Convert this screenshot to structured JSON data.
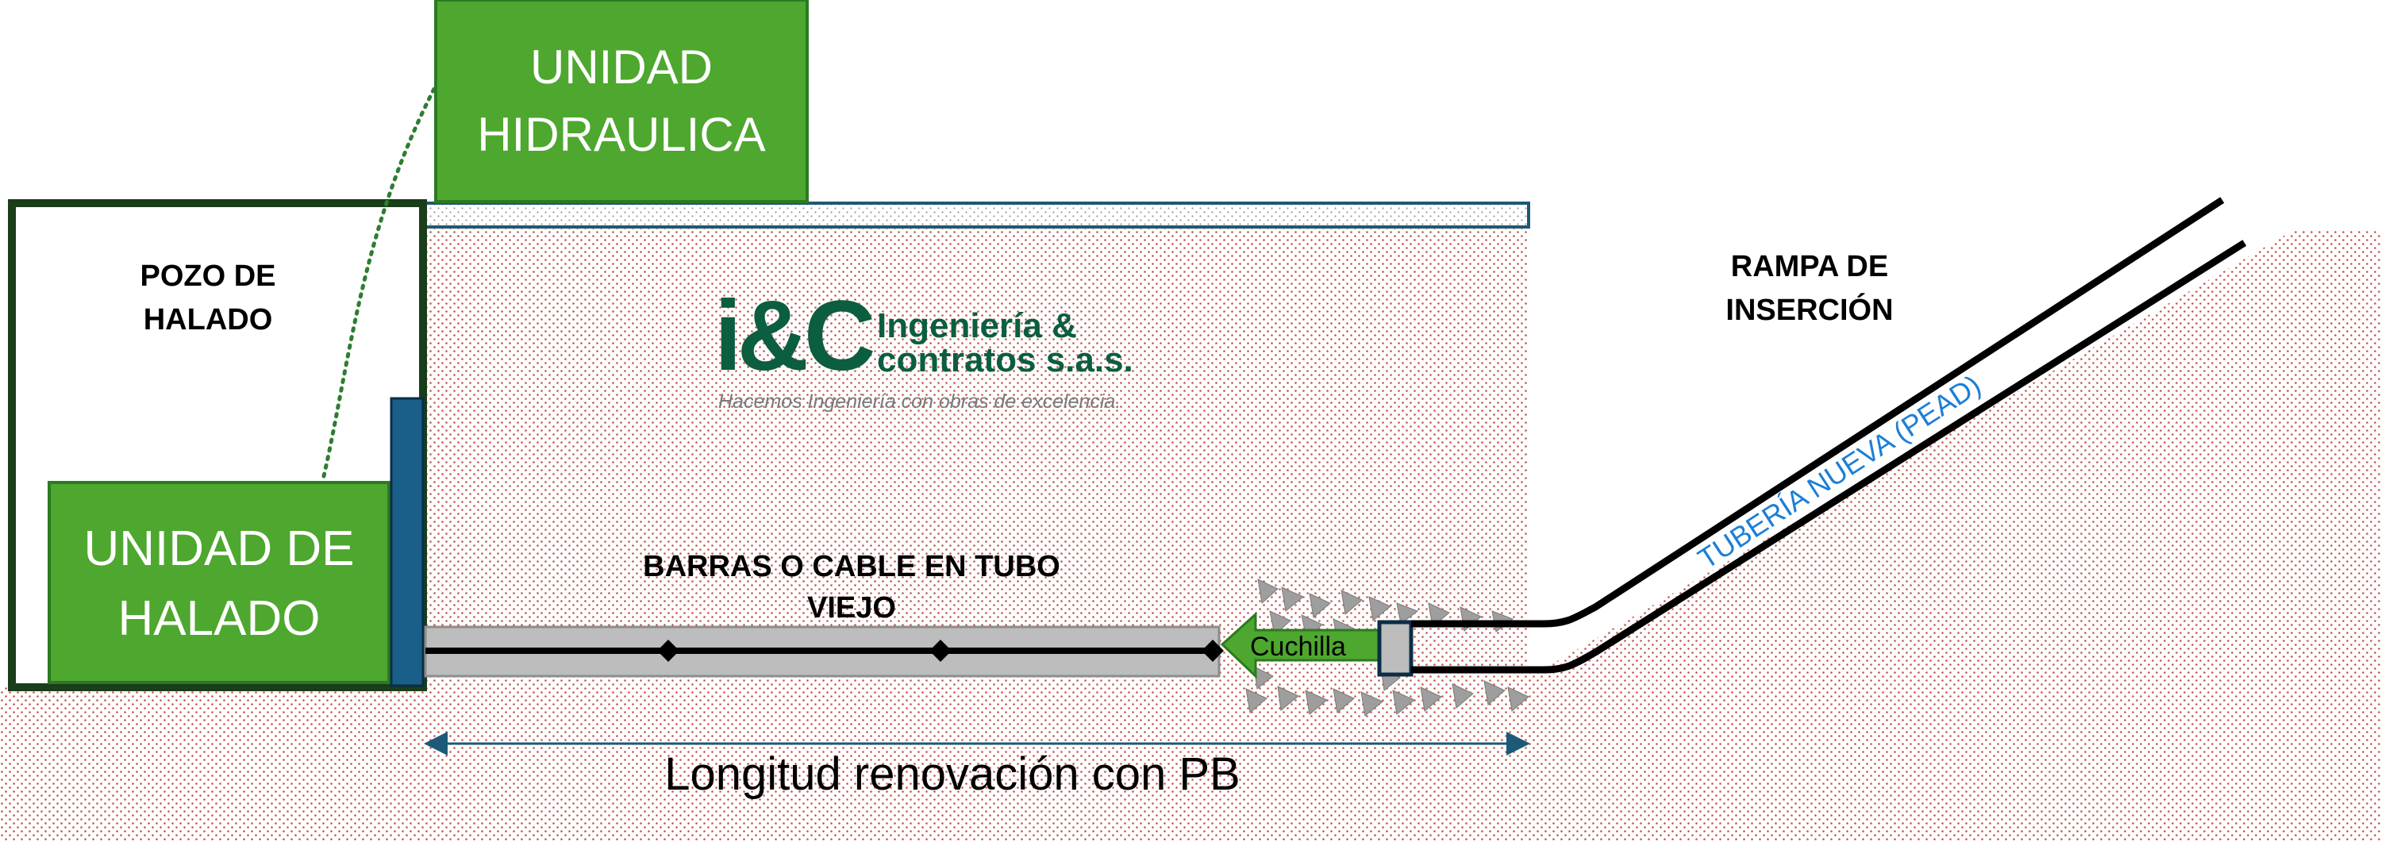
{
  "labels": {
    "hydraulic_unit_line1": "UNIDAD",
    "hydraulic_unit_line2": "HIDRAULICA",
    "pit_line1": "POZO DE",
    "pit_line2": "HALADO",
    "pull_unit_line1": "UNIDAD DE",
    "pull_unit_line2": "HALADO",
    "bars_line1": "BARRAS O CABLE EN TUBO",
    "bars_line2": "VIEJO",
    "blade": "Cuchilla",
    "ramp_line1": "RAMPA DE",
    "ramp_line2": "INSERCIÓN",
    "new_pipe": "TUBERÍA NUEVA (PEAD)",
    "length": "Longitud renovación con PB"
  },
  "logo": {
    "mark": "i&C",
    "name_line1": "Ingeniería &",
    "name_line2": "contratos s.a.s.",
    "tagline": "Hacemos Ingeniería con obras de excelencia."
  },
  "colors": {
    "unit_green": "#4ea72e",
    "unit_border": "#2c7a22",
    "pit_border": "#1a3d1a",
    "column_blue": "#1a5e8a",
    "logo_green": "#0b5e3f",
    "dimension_line": "#1c5a78",
    "pipe_label_blue": "#1c7fd6",
    "soil_dot": "#c0554a"
  }
}
